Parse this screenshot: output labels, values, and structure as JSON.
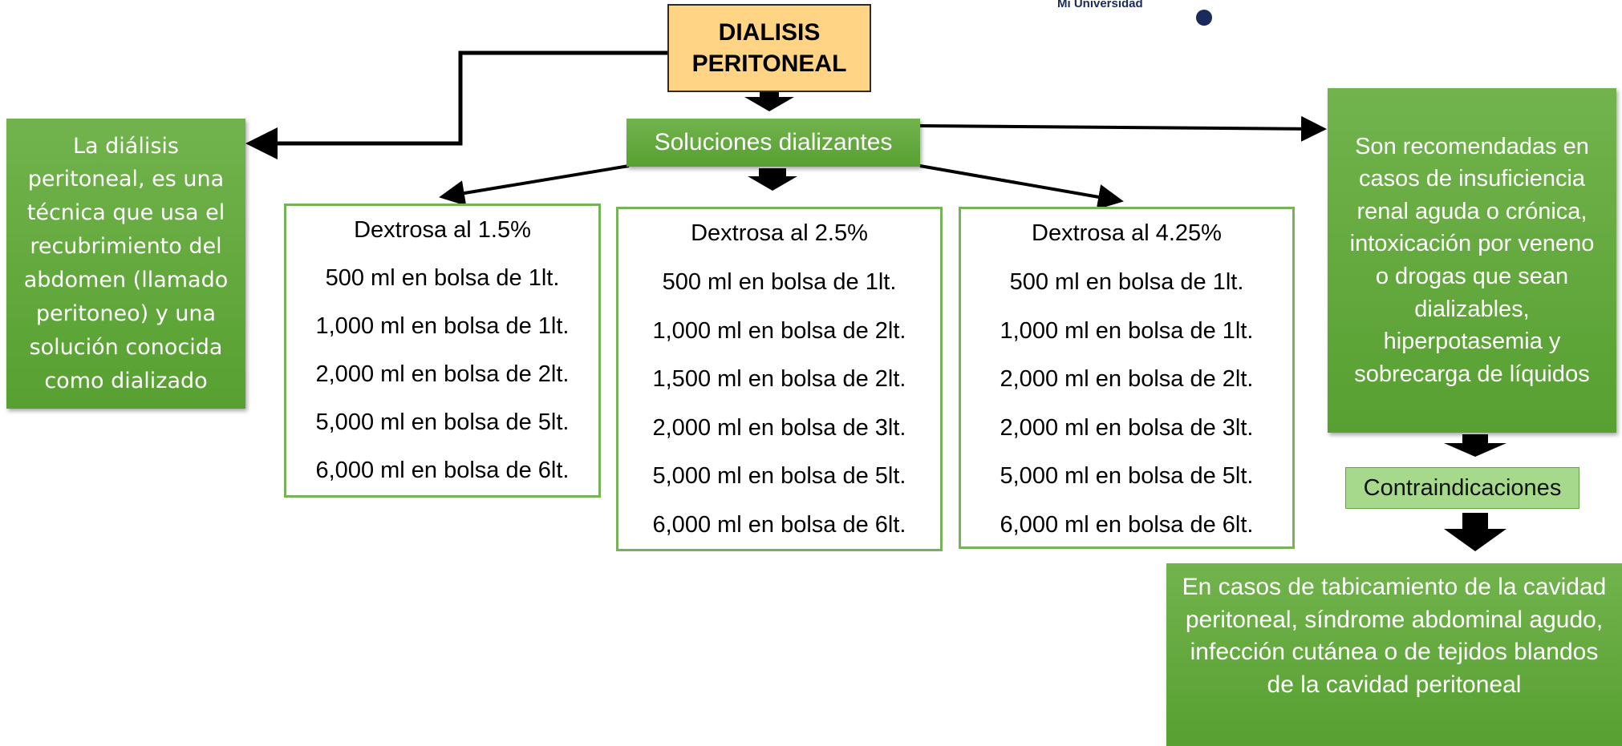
{
  "header": {
    "logo_text": "Mi Universidad",
    "title": "DIALISIS\nPERITONEAL"
  },
  "definition": "La diálisis peritoneal, es una técnica que usa el recubrimiento del abdomen (llamado peritoneo) y una solución conocida como dializado",
  "solutions_label": "Soluciones dializantes",
  "solutions": [
    {
      "heading": "Dextrosa al 1.5%",
      "items": [
        "500 ml en bolsa de 1lt.",
        "1,000 ml en bolsa de 1lt.",
        "2,000 ml en bolsa de 2lt.",
        "5,000 ml en bolsa de 5lt.",
        "6,000 ml en bolsa de 6lt."
      ]
    },
    {
      "heading": "Dextrosa al 2.5%",
      "items": [
        "500 ml en bolsa de 1lt.",
        "1,000 ml en bolsa de 2lt.",
        "1,500 ml en bolsa de 2lt.",
        "2,000 ml en bolsa de 3lt.",
        "5,000 ml en bolsa de 5lt.",
        "6,000 ml en bolsa de 6lt."
      ]
    },
    {
      "heading": "Dextrosa al 4.25%",
      "items": [
        "500 ml en bolsa de 1lt.",
        "1,000 ml en bolsa de 1lt.",
        "2,000 ml en bolsa de 2lt.",
        "2,000 ml en bolsa de 3lt.",
        "5,000 ml en bolsa de 5lt.",
        "6,000 ml en bolsa de 6lt."
      ]
    }
  ],
  "indications": "Son recomendadas en casos de insuficiencia renal aguda o crónica, intoxicación por veneno o drogas que sean dializables, hiperpotasemia y sobrecarga de líquidos",
  "contraindications_label": "Contraindicaciones",
  "contraindications": "En casos de tabicamiento de la cavidad peritoneal, síndrome abdominal agudo, infección cutánea o de tejidos blandos de la cavidad peritoneal",
  "colors": {
    "green": "#5fa63a",
    "light_green": "#a6d98b",
    "title_fill": "#ffd485",
    "box_border": "#74b356",
    "logo": "#1a2a5a"
  }
}
